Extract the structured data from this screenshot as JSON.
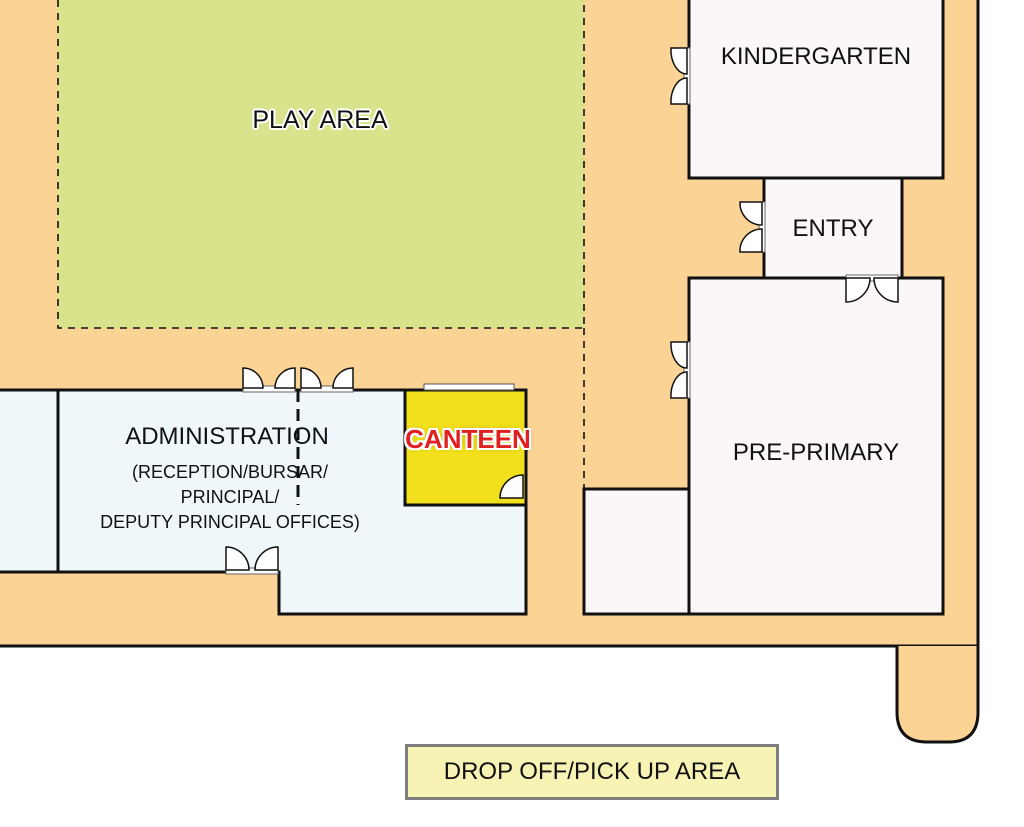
{
  "colors": {
    "ground": "#fbd394",
    "play_area": "#d8e38c",
    "admin": "#eff7fa",
    "room": "#fbf7f9",
    "canteen": "#f2e01c",
    "canteen_label": "#e02020",
    "dropoff": "#f6f3b4",
    "outline": "#111111"
  },
  "areas": {
    "play_area": "PLAY AREA",
    "kindergarten": "KINDERGARTEN",
    "entry": "ENTRY",
    "administration": "ADMINISTRATION",
    "administration_details": [
      "(RECEPTION/BURSAR/",
      "PRINCIPAL/",
      "DEPUTY PRINCIPAL OFFICES)"
    ],
    "canteen": "CANTEEN",
    "pre_primary": "PRE-PRIMARY",
    "drop_off": "DROP OFF/PICK UP AREA"
  },
  "icons": {
    "door": "door-swing-icon",
    "window": "window-icon"
  }
}
